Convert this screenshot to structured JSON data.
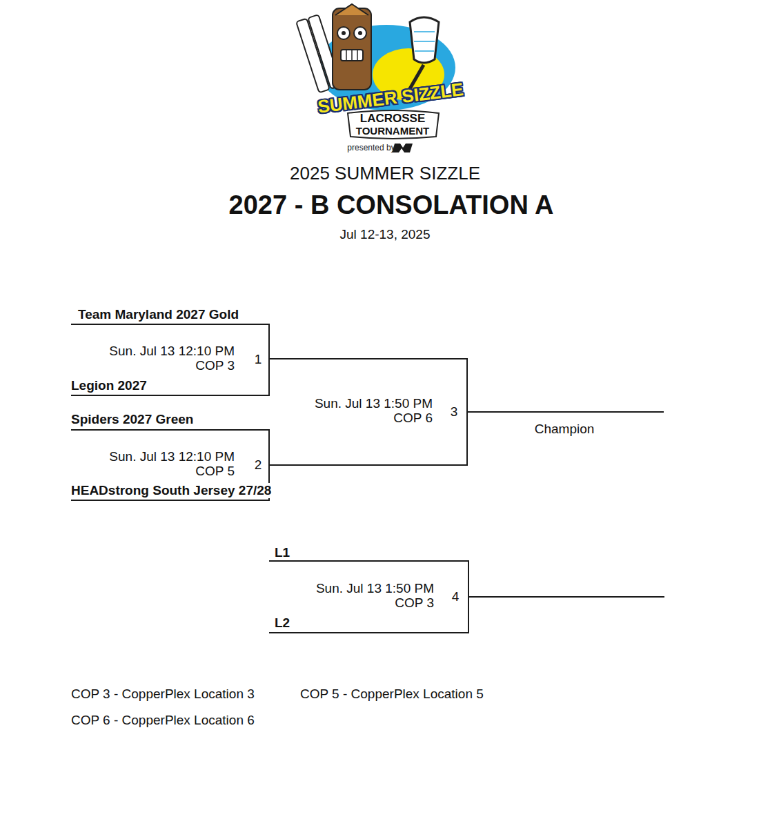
{
  "diagram": {
    "title": "2027 - B CONSOLATION A",
    "nodes": [
      {
        "text": [
          "Team Maryland 2027 Gold",
          "Sun. Jul 13 12:10 PM",
          "COP 3",
          "1",
          "Legion 2027"
        ]
      },
      {
        "text": [
          "Spiders 2027 Green",
          "Sun. Jul 13 12:10 PM",
          "COP 5",
          "2",
          "HEADstrong South Jersey 27/28"
        ]
      },
      {
        "text": [
          "Sun. Jul 13 1:50 PM",
          "COP 6",
          "3"
        ]
      },
      {
        "text": [
          "Champion"
        ]
      },
      {
        "text": [
          "L1",
          "Sun. Jul 13 1:50 PM",
          "COP 3",
          "4",
          "L2"
        ]
      }
    ],
    "edges": [
      {
        "from": 0,
        "to": 2,
        "arrow": "none"
      },
      {
        "from": 1,
        "to": 2,
        "arrow": "none"
      },
      {
        "from": 2,
        "to": 3,
        "arrow": "none"
      }
    ],
    "labels": [
      "SUMMER SIZZLE",
      "LACROSSE",
      "TOURNAMENT",
      "presented by",
      "2025 SUMMER SIZZLE",
      "Jul 12-13, 2025",
      "COP 3 - CopperPlex Location 3",
      "COP 5 - CopperPlex Location 5",
      "COP 6 - CopperPlex Location 6"
    ]
  }
}
